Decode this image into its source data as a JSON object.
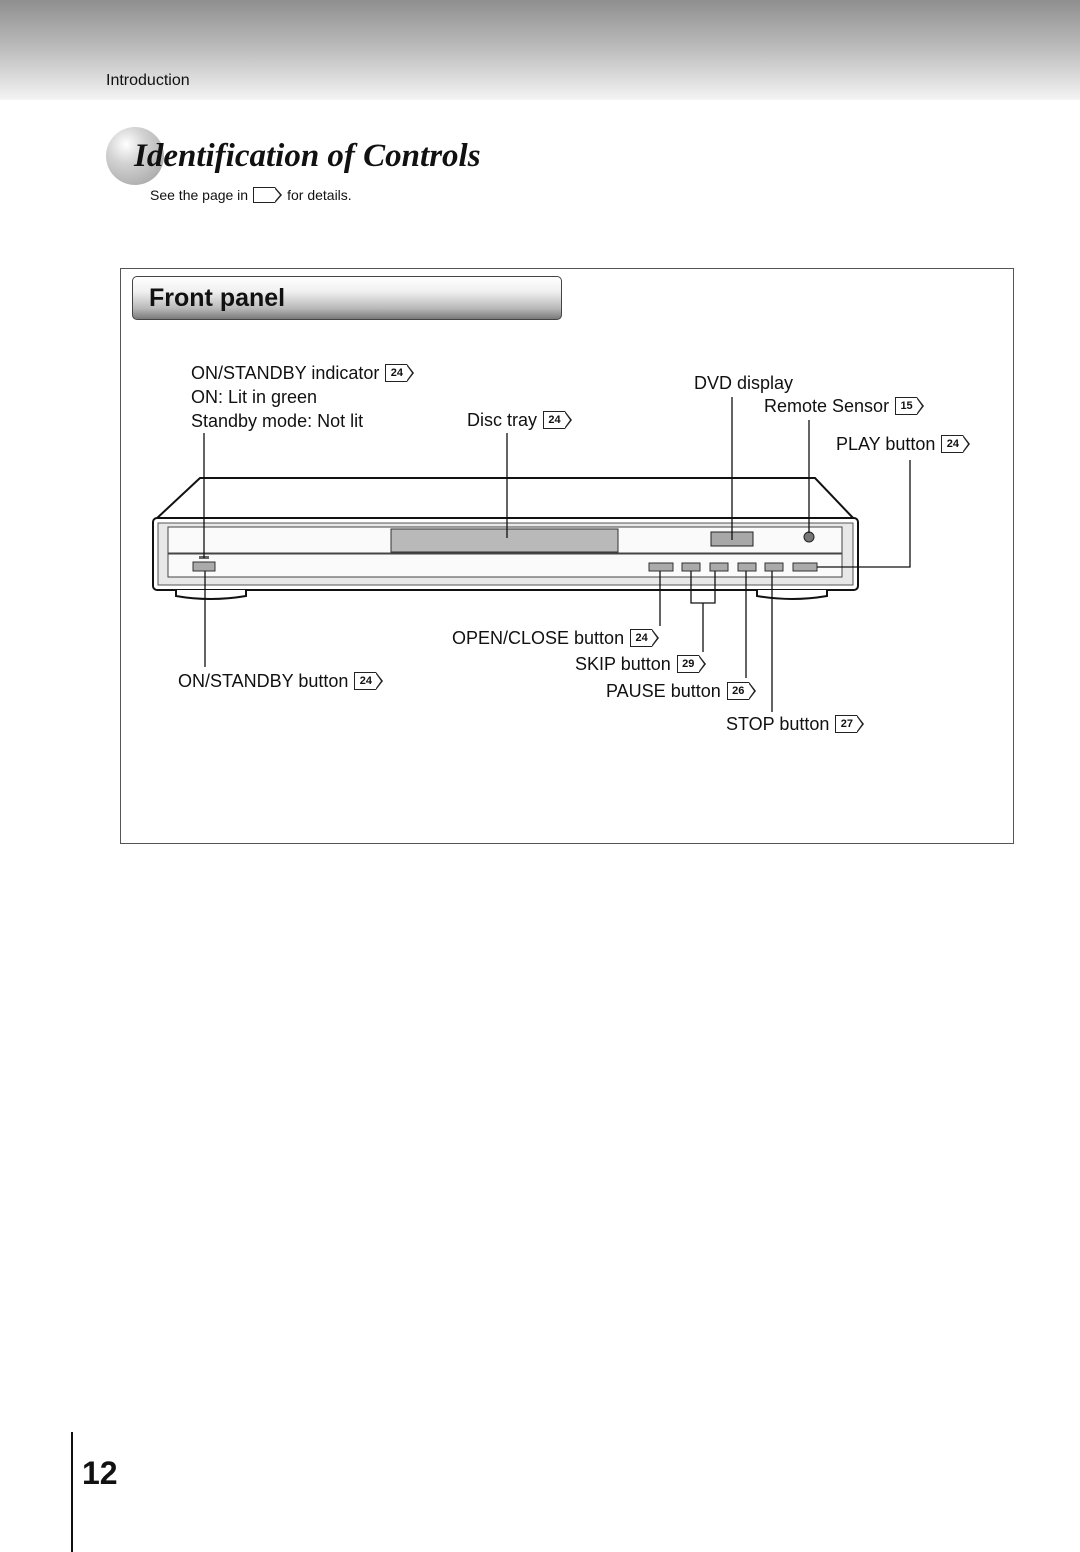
{
  "header": {
    "section": "Introduction"
  },
  "title": "Identification of Controls",
  "note": {
    "prefix": "See the page in",
    "suffix": "for details."
  },
  "panel": {
    "title": "Front panel"
  },
  "labels": {
    "standby_indicator": {
      "text": "ON/STANDBY indicator",
      "ref": "24"
    },
    "on_state": "ON: Lit in green",
    "standby_state": "Standby mode: Not lit",
    "disc_tray": {
      "text": "Disc tray",
      "ref": "24"
    },
    "dvd_display": "DVD display",
    "remote_sensor": {
      "text": "Remote Sensor",
      "ref": "15"
    },
    "play_button": {
      "text": "PLAY button",
      "ref": "24"
    },
    "open_close_button": {
      "text": "OPEN/CLOSE button",
      "ref": "24"
    },
    "skip_button": {
      "text": "SKIP button",
      "ref": "29"
    },
    "pause_button": {
      "text": "PAUSE button",
      "ref": "26"
    },
    "stop_button": {
      "text": "STOP button",
      "ref": "27"
    },
    "standby_button": {
      "text": "ON/STANDBY button",
      "ref": "24"
    }
  },
  "footer": {
    "page_number": "12"
  }
}
